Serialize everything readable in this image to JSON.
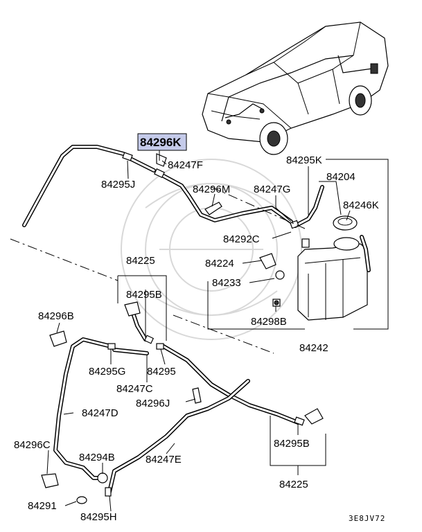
{
  "diagram": {
    "highlight_color": "#c5cbea",
    "highlighted_part": "84296K",
    "figure_code": "3E8JV72"
  },
  "labels": {
    "p84296K": "84296K",
    "p84247F": "84247F",
    "p84295J": "84295J",
    "p84296M": "84296M",
    "p84247G": "84247G",
    "p84295K": "84295K",
    "p84204": "84204",
    "p84246K": "84246K",
    "p84292C": "84292C",
    "p84224": "84224",
    "p84233": "84233",
    "p84298B": "84298B",
    "p84242": "84242",
    "p84225_top": "84225",
    "p84295B_top": "84295B",
    "p84296B": "84296B",
    "p84295G": "84295G",
    "p84295": "84295",
    "p84247C": "84247C",
    "p84296J": "84296J",
    "p84247D": "84247D",
    "p84296C": "84296C",
    "p84294B": "84294B",
    "p84247E": "84247E",
    "p84295B_bot": "84295B",
    "p84225_bot": "84225",
    "p84291": "84291",
    "p84295H": "84295H"
  }
}
